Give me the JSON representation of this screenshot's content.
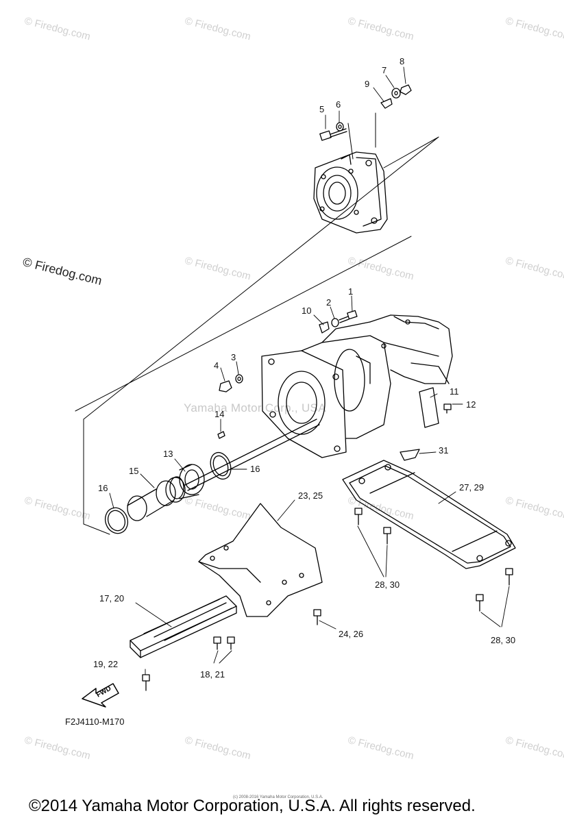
{
  "watermark": "© Firedog.com",
  "center_watermark": "Yamaha Motor Corp., USA",
  "callouts": {
    "c1": "1",
    "c2": "2",
    "c3": "3",
    "c4": "4",
    "c5": "5",
    "c6": "6",
    "c7": "7",
    "c8": "8",
    "c9": "9",
    "c10": "10",
    "c11": "11",
    "c12": "12",
    "c13": "13",
    "c14": "14",
    "c15": "15",
    "c16a": "16",
    "c16b": "16",
    "c17_20": "17, 20",
    "c18_21": "18, 21",
    "c19_22": "19, 22",
    "c23_25": "23, 25",
    "c24_26": "24, 26",
    "c27_29": "27, 29",
    "c28_30a": "28, 30",
    "c28_30b": "28, 30",
    "c31": "31"
  },
  "fwd_label": "FWD",
  "diagram_code": "F2J4110-M170",
  "small_print": "(c) 2008-2016 Yamaha Motor Corporation, U.S.A.",
  "footer": "©2014 Yamaha Motor Corporation, U.S.A. All rights reserved."
}
